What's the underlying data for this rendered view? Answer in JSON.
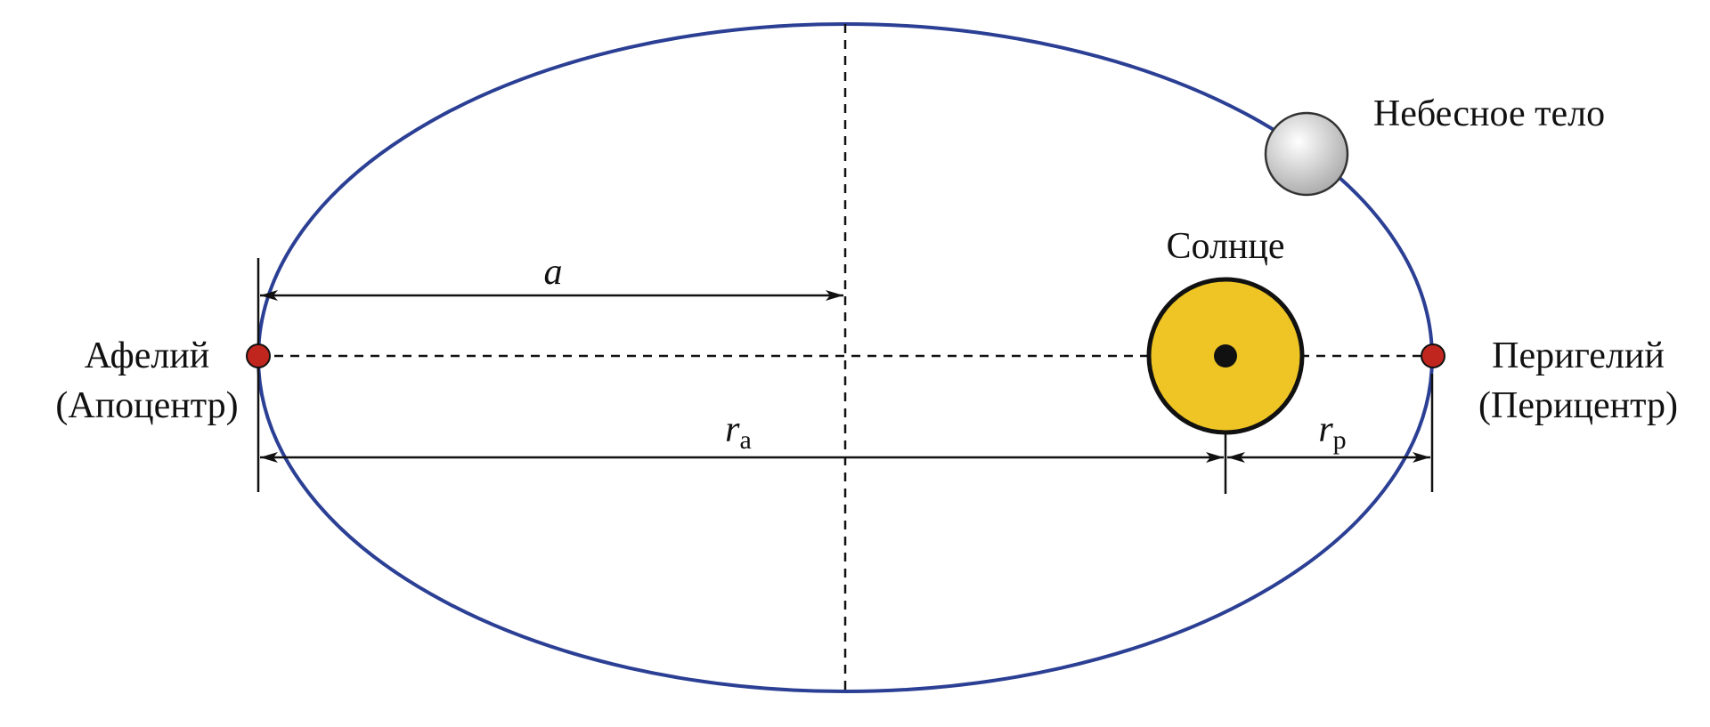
{
  "labels": {
    "body": "Небесное тело",
    "sun": "Солнце",
    "aphelion": "Афелий",
    "apocenter": "(Апоцентр)",
    "perihelion": "Перигелий",
    "pericenter": "(Перицентр)",
    "semi_major": "a",
    "ra_main": "r",
    "ra_sub": "a",
    "rp_main": "r",
    "rp_sub": "p"
  },
  "colors": {
    "orbit": "#2b3f94",
    "sun": "#eec524",
    "apsis_point": "#c0261e",
    "body": "#d8d8d8",
    "line": "#111111"
  }
}
